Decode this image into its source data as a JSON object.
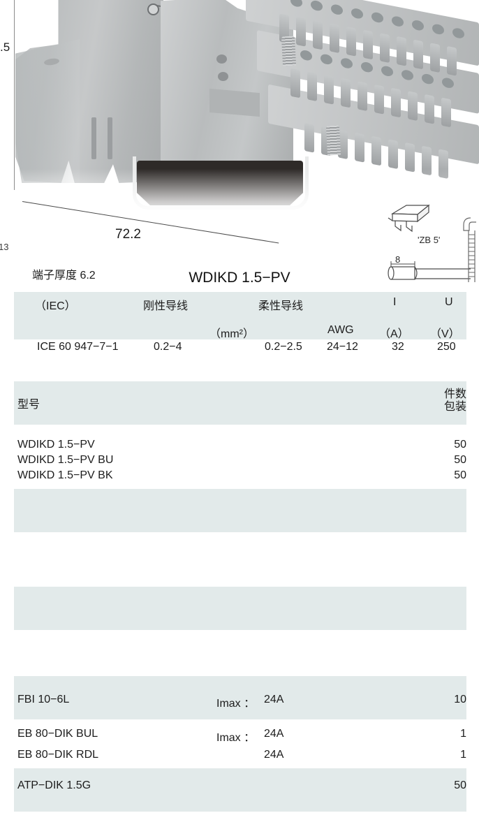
{
  "photo": {
    "alt_name": "terminal-block-product-photo"
  },
  "dimensions": {
    "vertical_label": ".5",
    "horizontal_label": "72.2",
    "page_number": "13"
  },
  "icons": {
    "marker_label": "'ZB 5'",
    "strip_length_label": "8",
    "marker_icon_name": "zb5-marker-icon",
    "wire_icon_name": "wire-strip-length-icon",
    "rail_icon_name": "din-rail-ruler-icon"
  },
  "headings": {
    "thickness_label": "端子厚度 6.2",
    "product_title": "WDIKD 1.5−PV"
  },
  "spec_table": {
    "headers_row1": {
      "standard": "（IEC）",
      "rigid": "刚性导线",
      "flexible": "柔性导线",
      "current": "I",
      "voltage": "U"
    },
    "headers_row2": {
      "area_unit": "（mm²）",
      "awg": "AWG",
      "current_unit": "（A）",
      "voltage_unit": "（V）"
    },
    "row": {
      "standard": "ICE 60 947−7−1",
      "rigid": "0.2−4",
      "flexible": "0.2−2.5",
      "awg": "24−12",
      "current": "32",
      "voltage": "250"
    }
  },
  "model_table": {
    "header": {
      "model": "型号",
      "pack_line1": "件数",
      "pack_line2": "包装"
    },
    "rows": [
      {
        "model": "WDIKD 1.5−PV",
        "qty": "50"
      },
      {
        "model": "WDIKD 1.5−PV BU",
        "qty": "50"
      },
      {
        "model": "WDIKD 1.5−PV BK",
        "qty": "50"
      }
    ]
  },
  "accessory_table": {
    "rows": [
      {
        "model": "FBI 10−6L",
        "imax_label": "Imax ：",
        "imax_value": "24A",
        "qty": "10"
      },
      {
        "model": "EB 80−DIK BUL",
        "imax_label": "Imax ：",
        "imax_value": "24A",
        "qty": "1"
      },
      {
        "model": "EB 80−DIK RDL",
        "imax_label": "",
        "imax_value": "24A",
        "qty": "1"
      },
      {
        "model": "ATP−DIK 1.5G",
        "imax_label": "",
        "imax_value": "",
        "qty": "50"
      }
    ]
  },
  "colors": {
    "band": "#e2eaea",
    "text": "#1c1c1c",
    "rail_black": "#2e2a28"
  }
}
